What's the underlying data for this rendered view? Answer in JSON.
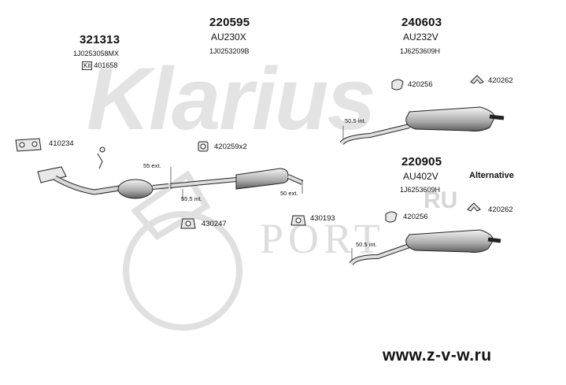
{
  "watermark": {
    "brand": "Klarius",
    "site_ru": "RU",
    "site_port": "PORT"
  },
  "groups": [
    {
      "part_no": "321313",
      "ref": "1J0253058MX",
      "kit_label": "Kit",
      "kit_no": "401658"
    },
    {
      "part_no": "220595",
      "code": "AU230X",
      "ref": "1J0253209B"
    },
    {
      "part_no": "240603",
      "code": "AU232V",
      "ref": "1J6253609H"
    },
    {
      "part_no": "220905",
      "code": "AU402V",
      "ref": "1J6253609H"
    }
  ],
  "fittings": {
    "f410234": "410234",
    "f420259": "420259x2",
    "f420256_top": "420256",
    "f420262_top": "420262",
    "f430247": "430247",
    "f430193": "430193",
    "f420256_bot": "420256",
    "f420262_bot": "420262"
  },
  "dims": {
    "ext55": "55 ext.",
    "int555": "55.5 int.",
    "ext50": "50 ext.",
    "int505_top": "50.5 int.",
    "int505_bot": "50.5 int."
  },
  "alternative_label": "Alternative",
  "website": "www.z-v-w.ru",
  "colors": {
    "line": "#222222",
    "watermark": "#d9d9d9",
    "part_fill": "#dddddd"
  }
}
